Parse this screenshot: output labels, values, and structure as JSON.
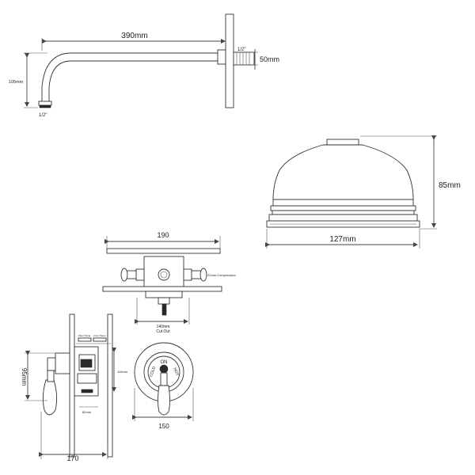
{
  "arm": {
    "length": "390mm",
    "drop": "105mm",
    "flange": "50mm",
    "thread_wall": "1/2\"",
    "thread_outlet": "1/2\""
  },
  "head": {
    "height": "85mm",
    "diameter": "127mm"
  },
  "valve_top": {
    "width": "190",
    "compression": "22mm Compression",
    "cutout_width": "140mm",
    "cutout_label": "Cut Out"
  },
  "valve_side": {
    "projection": "95mm",
    "overall_depth": "170",
    "depth_small": "110mm",
    "recess": "82mm",
    "tag_left": "Filter Panel",
    "tag_right": "Front Panel"
  },
  "valve_front": {
    "plate": "150",
    "label_on": "ON",
    "label_cold": "COLD",
    "label_hot": "HOT"
  }
}
